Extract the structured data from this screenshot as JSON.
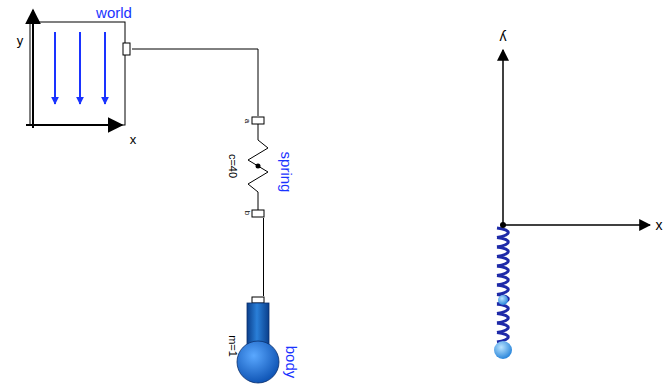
{
  "diagram": {
    "nodes": [
      {
        "text": [
          "world"
        ]
      },
      {
        "text": [
          "spring",
          "c=40"
        ]
      },
      {
        "text": [
          "body",
          "m=1"
        ]
      }
    ],
    "edges": [
      {
        "from": 0,
        "to": 1,
        "arrow": "none"
      },
      {
        "from": 1,
        "to": 2,
        "arrow": "none"
      }
    ],
    "labels": [
      "y",
      "x",
      "a",
      "b",
      "y",
      "x"
    ]
  }
}
